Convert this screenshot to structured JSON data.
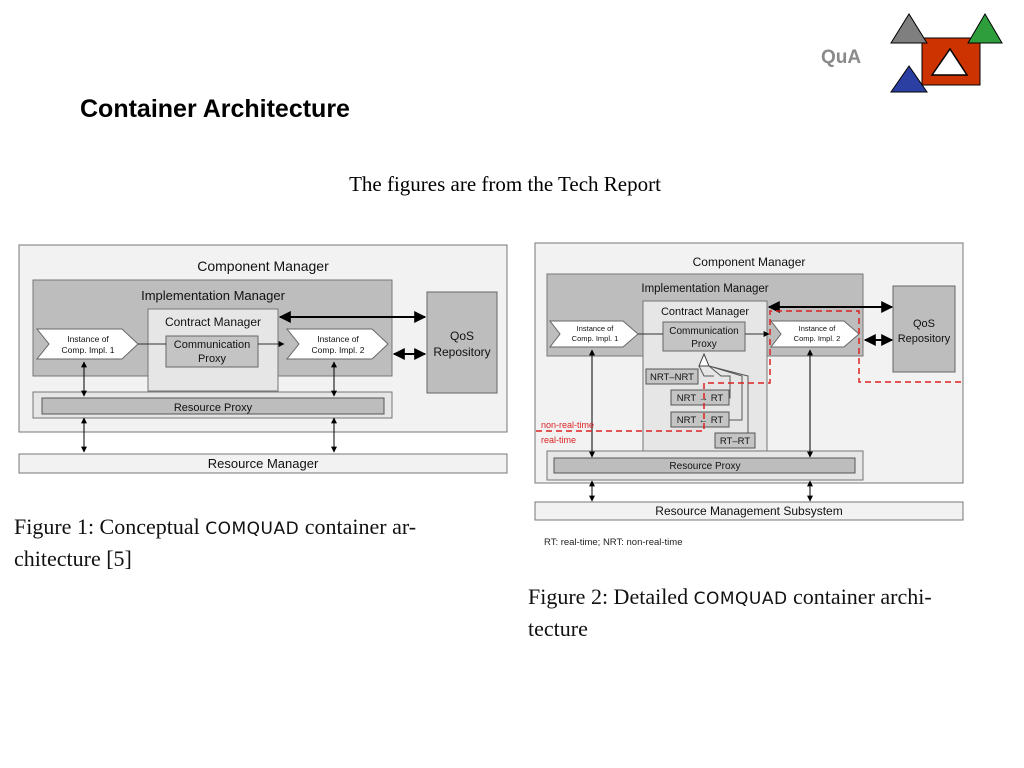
{
  "header": {
    "brand": "QuA",
    "title": "Container Architecture",
    "subtitle": "The figures are from the Tech Report"
  },
  "logo": {
    "colors": {
      "gray": "#7f7f7f",
      "red": "#cc3300",
      "green": "#2e9e3c",
      "blue": "#2b3fa3",
      "white": "#ffffff"
    }
  },
  "figure1": {
    "component_manager": "Component Manager",
    "implementation_manager": "Implementation Manager",
    "contract_manager": "Contract Manager",
    "communication": "Communication",
    "proxy": "Proxy",
    "instance_of": "Instance of",
    "comp_impl_1": "Comp. Impl. 1",
    "comp_impl_2": "Comp. Impl. 2",
    "qos": "QoS",
    "repository": "Repository",
    "resource_proxy": "Resource Proxy",
    "resource_manager": "Resource Manager",
    "caption_prefix": "Figure 1:  Conceptual ",
    "caption_name": "COMQUAD",
    "caption_suffix": " container ar-",
    "caption_line2": "chitecture [5]"
  },
  "figure2": {
    "component_manager": "Component Manager",
    "implementation_manager": "Implementation Manager",
    "contract_manager": "Contract Manager",
    "communication": "Communication",
    "proxy": "Proxy",
    "instance_of": "Instance of",
    "comp_impl_1": "Comp. Impl. 1",
    "comp_impl_2": "Comp. Impl. 2",
    "qos": "QoS",
    "repository": "Repository",
    "nrt_nrt": "NRT–NRT",
    "nrt_to_rt": "NRT → RT",
    "nrt_from_rt": "NRT ← RT",
    "rt_rt": "RT–RT",
    "non_real_time": "non-real-time",
    "real_time": "real-time",
    "resource_proxy": "Resource Proxy",
    "resource_management_subsystem": "Resource Management Subsystem",
    "footnote": "RT: real-time; NRT: non-real-time",
    "caption_prefix": "Figure 2:  Detailed ",
    "caption_name": "COMQUAD",
    "caption_suffix": " container archi-",
    "caption_line2": "tecture",
    "colors": {
      "realtime_boundary": "#dd2222"
    }
  }
}
